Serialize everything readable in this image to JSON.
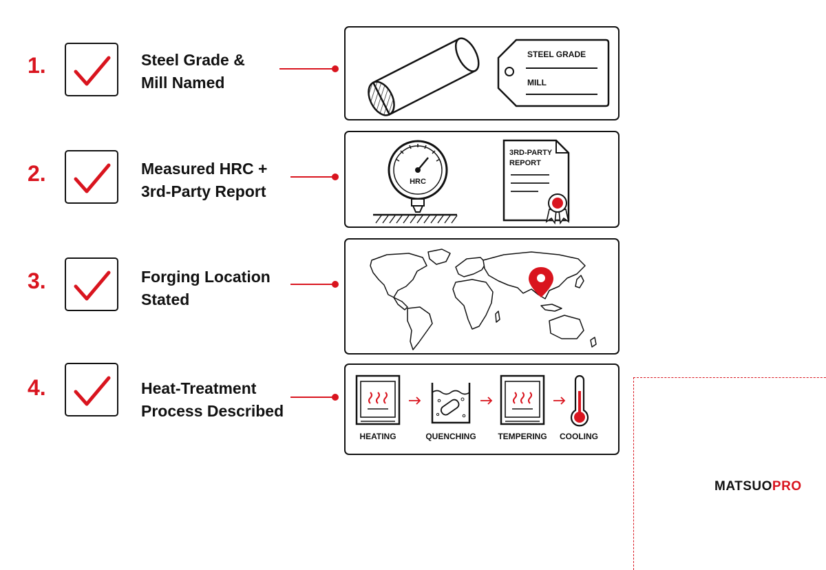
{
  "items": [
    {
      "number": "1.",
      "label": "Steel Grade &\nMill Named"
    },
    {
      "number": "2.",
      "label": "Measured HRC +\n3rd-Party Report"
    },
    {
      "number": "3.",
      "label": "Forging Location\nStated"
    },
    {
      "number": "4.",
      "label": "Heat-Treatment\nProcess Described"
    }
  ],
  "panel1": {
    "tag_line1": "STEEL GRADE",
    "tag_line2": "MILL",
    "icons": [
      "steel-bar-icon",
      "tag-icon"
    ]
  },
  "panel2": {
    "gauge_label": "HRC",
    "report_line1": "3RD-PARTY",
    "report_line2": "REPORT",
    "icons": [
      "hardness-gauge-icon",
      "report-document-icon",
      "seal-ribbon-icon"
    ]
  },
  "panel3": {
    "icons": [
      "world-map-icon",
      "location-pin-icon"
    ]
  },
  "panel4": {
    "steps": [
      "HEATING",
      "QUENCHING",
      "TEMPERING",
      "COOLING"
    ],
    "icons": [
      "furnace-icon",
      "quench-tank-icon",
      "furnace-icon",
      "thermometer-icon",
      "arrow-right-icon"
    ]
  },
  "brand": {
    "part1": "MATSUO",
    "part2": "PRO"
  },
  "colors": {
    "accent": "#d9141e",
    "ink": "#111111"
  }
}
